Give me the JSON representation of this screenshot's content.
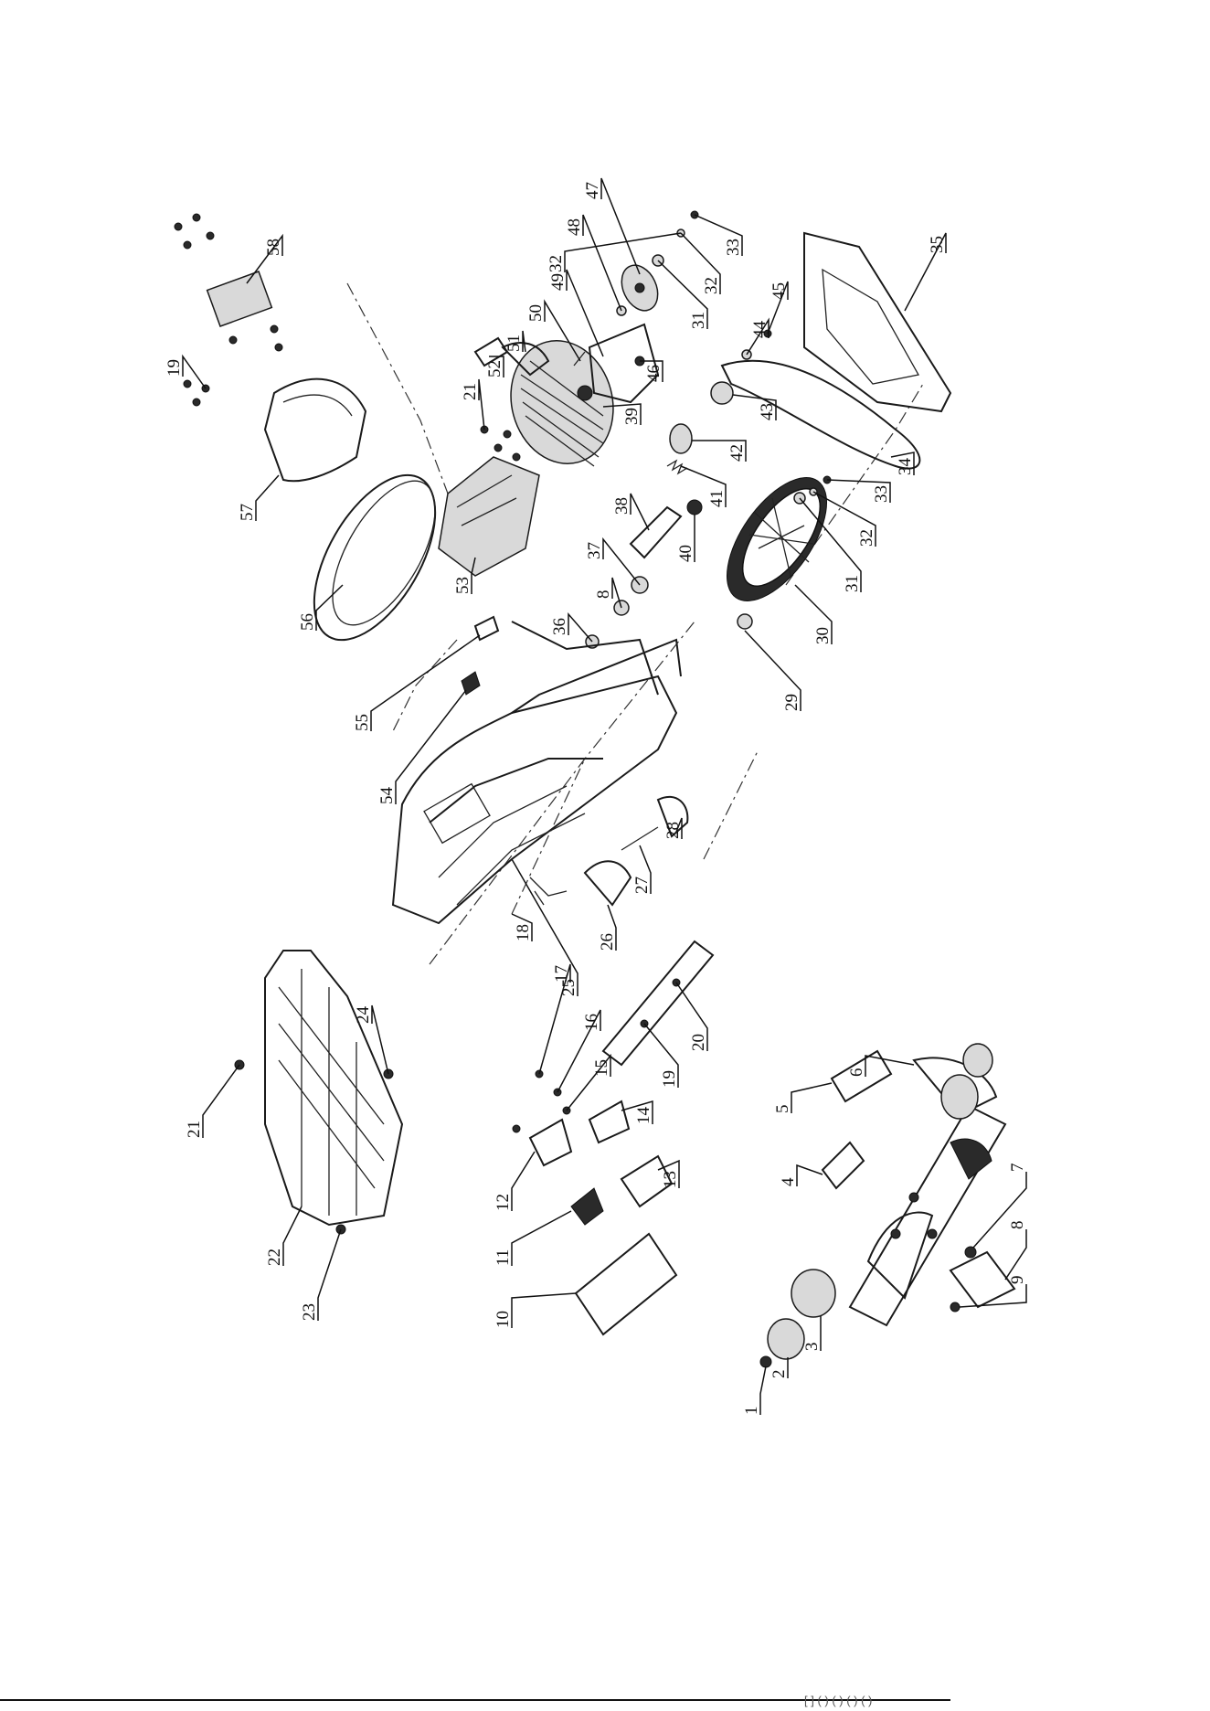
{
  "diagram": {
    "callouts": [
      "1",
      "2",
      "3",
      "4",
      "5",
      "6",
      "7",
      "8",
      "9",
      "10",
      "11",
      "12",
      "13",
      "14",
      "15",
      "16",
      "17",
      "18",
      "19",
      "20",
      "21",
      "22",
      "23",
      "24",
      "25",
      "26",
      "27",
      "28",
      "29",
      "30",
      "31",
      "32",
      "33",
      "34",
      "35",
      "36",
      "37",
      "38",
      "39",
      "40",
      "41",
      "42",
      "43",
      "44",
      "45",
      "46",
      "47",
      "48",
      "49",
      "50",
      "51",
      "52",
      "53",
      "54",
      "55",
      "56",
      "57",
      "58",
      "19",
      "21",
      "8",
      "31",
      "32",
      "33",
      "32",
      "33"
    ]
  },
  "footer": {
    "text": "[ ] ( ) ( ) ( ) ( )"
  }
}
